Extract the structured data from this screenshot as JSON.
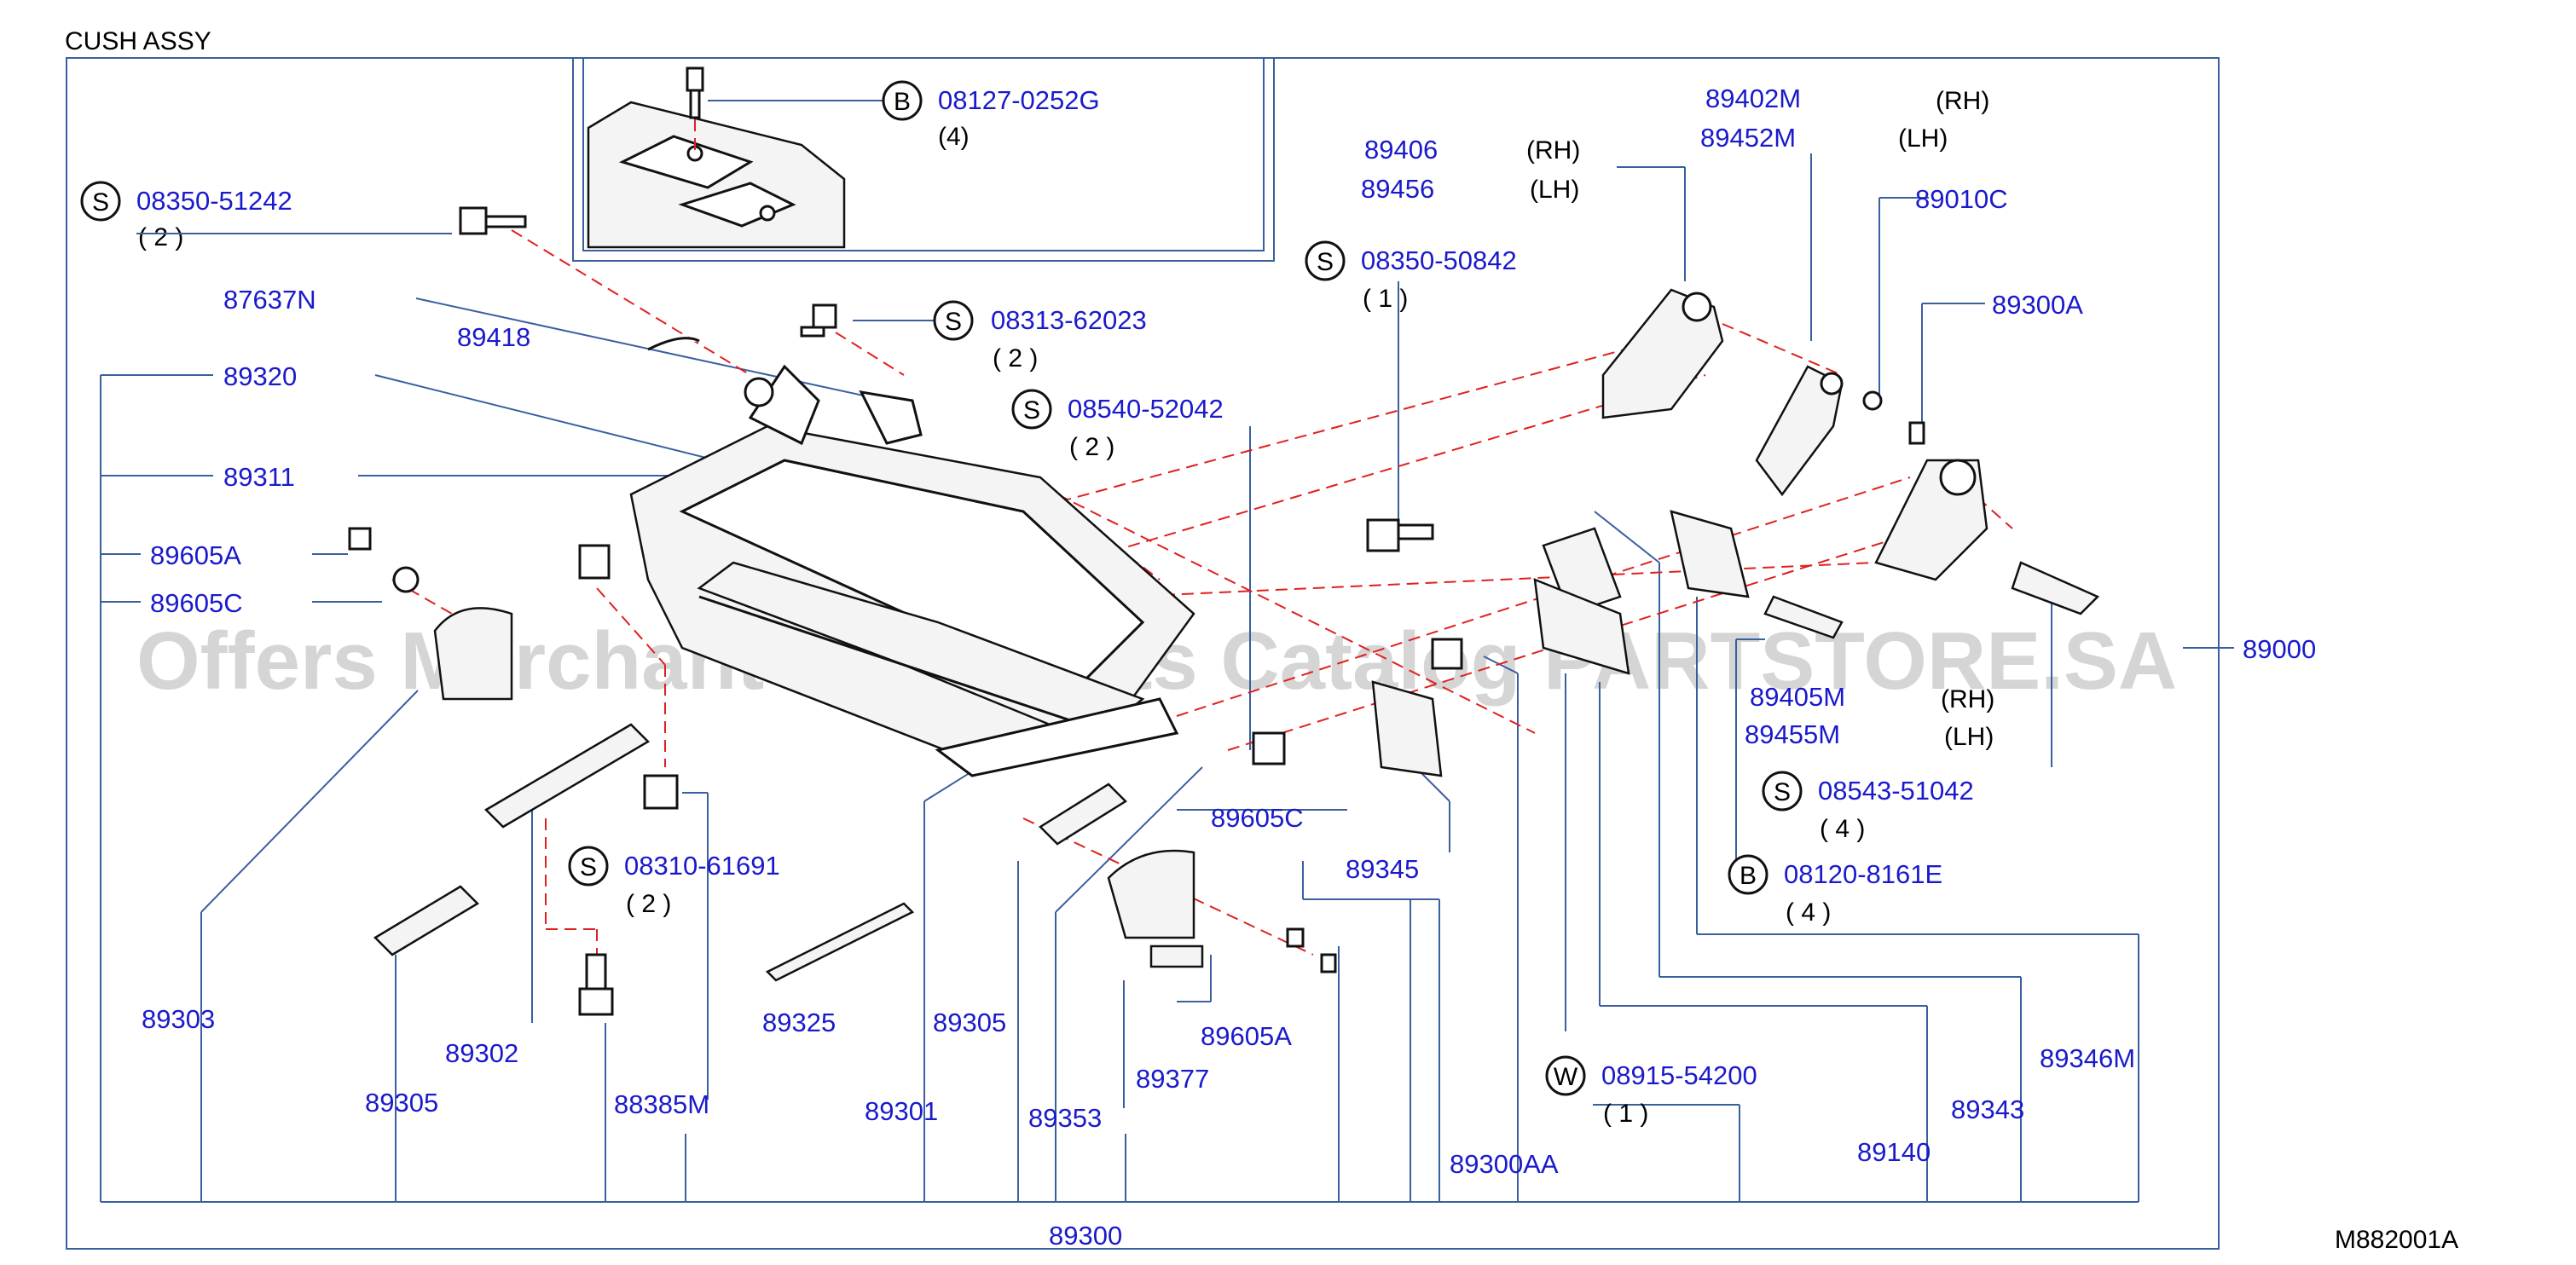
{
  "header": {
    "title": "CUSH  ASSY"
  },
  "footer": {
    "figure_code": "M882001A"
  },
  "watermark": "Offers Merchant Auto Parts Catalog PARTSTORE.SA",
  "callouts": {
    "inset_bolt": {
      "marker": "B",
      "part": "08127-0252G",
      "qty": "(4)"
    },
    "s_51242": {
      "marker": "S",
      "part": "08350-51242",
      "qty": "( 2 )"
    },
    "s_62023": {
      "marker": "S",
      "part": "08313-62023",
      "qty": "( 2 )"
    },
    "s_52042": {
      "marker": "S",
      "part": "08540-52042",
      "qty": "( 2 )"
    },
    "s_50842": {
      "marker": "S",
      "part": "08350-50842",
      "qty": "( 1 )"
    },
    "s_61691": {
      "marker": "S",
      "part": "08310-61691",
      "qty": "( 2 )"
    },
    "s_51042": {
      "marker": "S",
      "part": "08543-51042",
      "qty": "( 4 )"
    },
    "b_8161e": {
      "marker": "B",
      "part": "08120-8161E",
      "qty": "( 4 )"
    },
    "w_54200": {
      "marker": "W",
      "part": "08915-54200",
      "qty": "( 1 )"
    }
  },
  "parts": {
    "p87637n": "87637N",
    "p89418": "89418",
    "p89320": "89320",
    "p89311": "89311",
    "p89605a_1": "89605A",
    "p89605c_1": "89605C",
    "p89303": "89303",
    "p89302": "89302",
    "p89305_1": "89305",
    "p88385m": "88385M",
    "p89325": "89325",
    "p89301": "89301",
    "p89305_2": "89305",
    "p89353": "89353",
    "p89377": "89377",
    "p89605a_2": "89605A",
    "p89605c_2": "89605C",
    "p89345": "89345",
    "p89300aa": "89300AA",
    "p89300": "89300",
    "p89406": "89406",
    "p89456": "89456",
    "p89402m": "89402M",
    "p89452m": "89452M",
    "p89010c": "89010C",
    "p89300a": "89300A",
    "p89000": "89000",
    "p89405m": "89405M",
    "p89455m": "89455M",
    "p89346m": "89346M",
    "p89343": "89343",
    "p89140": "89140"
  },
  "side_labels": {
    "rh": "(RH)",
    "lh": "(LH)"
  }
}
